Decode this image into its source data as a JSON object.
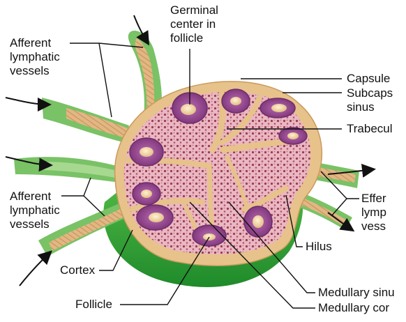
{
  "labels": {
    "germinal": [
      "Germinal",
      "center in",
      "follicle"
    ],
    "afferent_top": [
      "Afferent",
      "lymphatic",
      "vessels"
    ],
    "afferent_bottom": [
      "Afferent",
      "lymphatic",
      "vessels"
    ],
    "capsule": "Capsule",
    "subcapsular": [
      "Subcaps",
      "sinus"
    ],
    "trabeculae": "Trabecul",
    "efferent": [
      "Effer",
      "lymp",
      "vess"
    ],
    "hilus": "Hilus",
    "cortex": "Cortex",
    "follicle": "Follicle",
    "medullary_sinus": "Medullary sinu",
    "medullary_cord": "Medullary cor"
  },
  "colors": {
    "capsule_tan": "#e8c48e",
    "tissue_pink": "#e9b4c0",
    "dot_dark": "#9a3c52",
    "follicle_purple": "#a5589c",
    "follicle_edge": "#6d2c6a",
    "germinal_cream": "#f3d8a8",
    "medulla_green": "#3aa935",
    "vessel_green": "#7dc36a"
  }
}
